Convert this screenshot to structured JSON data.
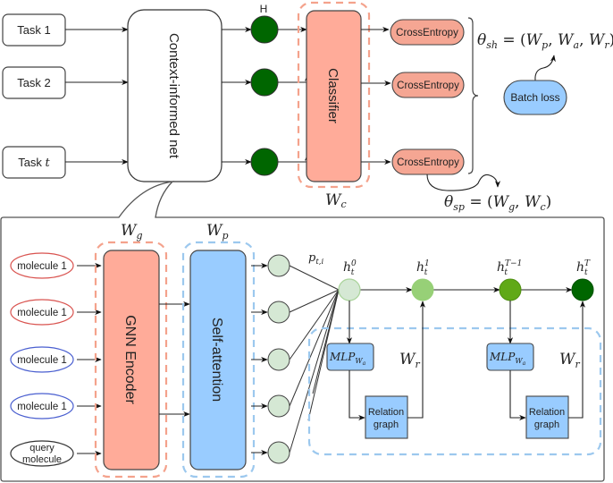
{
  "top": {
    "tasks": [
      {
        "label": "Task 1",
        "italic_part": ""
      },
      {
        "label": "Task 2",
        "italic_part": ""
      },
      {
        "label": "Task ",
        "italic_part": "t"
      }
    ],
    "context_net_label": "Context-informed net",
    "h_label": "H",
    "classifier_label": "Classifier",
    "classifier_weight": {
      "base": "W",
      "sub": "c"
    },
    "loss_labels": [
      "CrossEntropy",
      "CrossEntropy",
      "CrossEntropy"
    ],
    "batch_loss_label": "Batch loss",
    "theta_sh": {
      "theta": "θ",
      "sub": "sh",
      "rhs": "= (W",
      "parts": [
        {
          "base": "W",
          "sub": "p"
        },
        {
          "base": "W",
          "sub": "a"
        },
        {
          "base": "W",
          "sub": "r"
        }
      ]
    },
    "theta_sp": {
      "theta": "θ",
      "sub": "sp",
      "parts": [
        {
          "base": "W",
          "sub": "g"
        },
        {
          "base": "W",
          "sub": "c"
        }
      ]
    }
  },
  "bottom": {
    "molecules": [
      {
        "label": "molecule 1",
        "color": "#d9534f"
      },
      {
        "label": "molecule 1",
        "color": "#d9534f"
      },
      {
        "label": "molecule 1",
        "color": "#4a5fd0"
      },
      {
        "label": "molecule 1",
        "color": "#4a5fd0"
      },
      {
        "label": "query molecule",
        "line1": "query",
        "line2": "molecule",
        "color": "#333333"
      }
    ],
    "gnn_label": "GNN Encoder",
    "gnn_weight": {
      "base": "W",
      "sub": "g"
    },
    "attention_label": "Self-attention",
    "attention_weight": {
      "base": "W",
      "sub": "p"
    },
    "p_label": {
      "base": "p",
      "sub": "t,i"
    },
    "h_nodes": [
      {
        "base": "h",
        "sub": "t",
        "sup": "0",
        "color": "#d5e8d4"
      },
      {
        "base": "h",
        "sub": "t",
        "sup": "1",
        "color": "#97d077"
      },
      {
        "base": "h",
        "sub": "t",
        "sup": "T−1",
        "color": "#60a917"
      },
      {
        "base": "h",
        "sub": "t",
        "sup": "T",
        "color": "#006600"
      }
    ],
    "mlp_label": {
      "base": "MLP",
      "sub": "W",
      "subsub": "a"
    },
    "relation_label": {
      "line1": "Relation",
      "line2": "graph"
    },
    "relation_weight": {
      "base": "W",
      "sub": "r"
    }
  },
  "colors": {
    "salmon": "#ffab99",
    "salmon_dash": "#f4a28c",
    "blue": "#99ccff",
    "blue_dash": "#9cc8ee",
    "dark_green": "#006600",
    "light_green": "#d5e8d4",
    "stroke": "#333333"
  }
}
